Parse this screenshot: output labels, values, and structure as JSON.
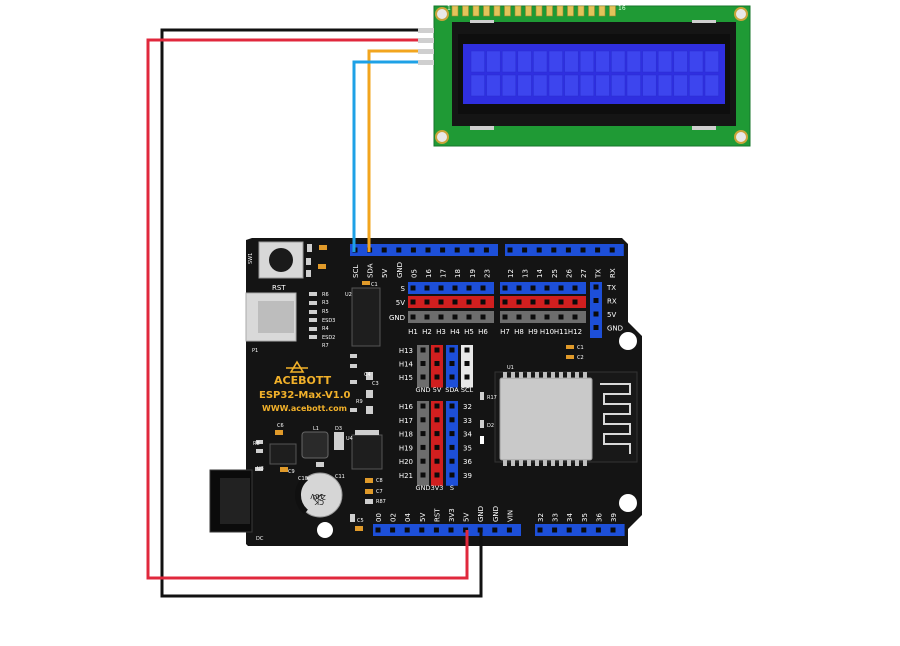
{
  "lcd": {
    "pin_first": "1",
    "pin_last": "16"
  },
  "board": {
    "brand": "ACEBOTT",
    "model": "ESP32-Max-V1.0",
    "website": "WWW.acebott.com",
    "rst_label": "RST",
    "sw_label": "SW1",
    "p1_label": "P1",
    "dc_label": "DC",
    "cap_text_1": "16V",
    "cap_text_2": "220",
    "cap_text_3": "CK",
    "top_left_pins": [
      "SCL",
      "SDA",
      "5V",
      "GND",
      "05",
      "16",
      "17",
      "18",
      "19",
      "23"
    ],
    "top_right_pins": [
      "12",
      "13",
      "14",
      "25",
      "26",
      "27",
      "TX",
      "RX"
    ],
    "row_labels": [
      "S",
      "5V",
      "GND"
    ],
    "h_labels_left": [
      "H1",
      "H2",
      "H3",
      "H4",
      "H5",
      "H6"
    ],
    "h_labels_right": [
      "H7",
      "H8",
      "H9",
      "H10",
      "H11",
      "H12"
    ],
    "right_side_labels": [
      "TX",
      "RX",
      "5V",
      "GND"
    ],
    "mid_block_rows": [
      "H13",
      "H14",
      "H15"
    ],
    "mid_block_cols": [
      "GND",
      "5V",
      "SDA",
      "SCL"
    ],
    "lower_block_rows_left": [
      "H16",
      "H17",
      "H18",
      "H19",
      "H20",
      "H21"
    ],
    "lower_block_rows_right": [
      "32",
      "33",
      "34",
      "35",
      "36",
      "39"
    ],
    "lower_block_cols": [
      "GND",
      "3V3",
      "S"
    ],
    "bottom_left_pins": [
      "00",
      "02",
      "04",
      "5V",
      "RST",
      "3V3",
      "5V",
      "GND",
      "GND",
      "VIN"
    ],
    "bottom_right_pins": [
      "32",
      "33",
      "34",
      "35",
      "36",
      "39"
    ],
    "components_left": [
      "R6",
      "R3",
      "R5",
      "ESD3",
      "R4",
      "ESD2",
      "R7",
      "U2",
      "C1",
      "C4",
      "R9",
      "C3",
      "L1",
      "D3",
      "U4",
      "C6",
      "R8",
      "C9",
      "U3",
      "C10",
      "C11",
      "C8",
      "C7",
      "R87",
      "C5"
    ],
    "components_right": [
      "C1",
      "C2",
      "R17",
      "D2",
      "U1"
    ]
  },
  "colors": {
    "wire_black": "#111111",
    "wire_red": "#e0283c",
    "wire_orange": "#f2a51e",
    "wire_blue": "#1ea1e6",
    "lcd_pcb": "#1f9a35",
    "lcd_screen": "#2f2fe0",
    "board": "#141414",
    "header_blue": "#1d4fd8",
    "header_red": "#d11f1f",
    "header_gray": "#6d6d6d"
  }
}
